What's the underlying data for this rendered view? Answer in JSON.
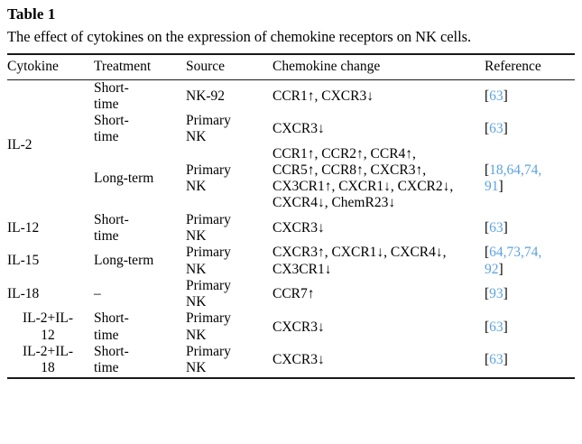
{
  "table": {
    "label": "Table 1",
    "caption": "The effect of cytokines on the expression of chemokine receptors on NK cells.",
    "accent_link_color": "#5ba3e0",
    "columns": [
      "Cytokine",
      "Treatment",
      "Source",
      "Chemokine change",
      "Reference"
    ],
    "rows": [
      {
        "cytokine": "IL-2",
        "cytokine_rowspan": 3,
        "treatment": [
          "Short-",
          "time"
        ],
        "source": [
          "NK-92"
        ],
        "change": [
          "CCR1↑, CXCR3↓"
        ],
        "reference_open": "[",
        "reference_numbers": "63",
        "reference_close": "]",
        "reference_lines": [
          "63"
        ]
      },
      {
        "treatment": [
          "Short-",
          "time"
        ],
        "source": [
          "Primary",
          "NK"
        ],
        "change": [
          "CXCR3↓"
        ],
        "reference_open": "[",
        "reference_numbers": "63",
        "reference_close": "]",
        "reference_lines": [
          "63"
        ]
      },
      {
        "treatment": [
          "Long-term"
        ],
        "source": [
          "Primary",
          "NK"
        ],
        "change": [
          "CCR1↑, CCR2↑, CCR4↑,",
          "CCR5↑, CCR8↑, CXCR3↑,",
          "CX3CR1↑, CXCR1↓, CXCR2↓,",
          "CXCR4↓, ChemR23↓"
        ],
        "reference_open": "[",
        "reference_numbers": "18,64,74,91",
        "reference_close": "]",
        "reference_lines": [
          "18,64,74,",
          "91"
        ]
      },
      {
        "cytokine": "IL-12",
        "cytokine_rowspan": 1,
        "treatment": [
          "Short-",
          "time"
        ],
        "source": [
          "Primary",
          "NK"
        ],
        "change": [
          "CXCR3↓"
        ],
        "reference_open": "[",
        "reference_numbers": "63",
        "reference_close": "]",
        "reference_lines": [
          "63"
        ]
      },
      {
        "cytokine": "IL-15",
        "cytokine_rowspan": 1,
        "treatment": [
          "Long-term"
        ],
        "source": [
          "Primary",
          "NK"
        ],
        "change": [
          "CXCR3↑, CXCR1↓, CXCR4↓,",
          "CX3CR1↓"
        ],
        "reference_open": "[",
        "reference_numbers": "64,73,74,92",
        "reference_close": "]",
        "reference_lines": [
          "64,73,74,",
          "92"
        ]
      },
      {
        "cytokine": "IL-18",
        "cytokine_rowspan": 1,
        "treatment": [
          "–"
        ],
        "source": [
          "Primary",
          "NK"
        ],
        "change": [
          "CCR7↑"
        ],
        "reference_open": "[",
        "reference_numbers": "93",
        "reference_close": "]",
        "reference_lines": [
          "93"
        ]
      },
      {
        "cytokine_lines": [
          "IL-2+IL-",
          "12"
        ],
        "cytokine_rowspan": 1,
        "treatment": [
          "Short-",
          "time"
        ],
        "source": [
          "Primary",
          "NK"
        ],
        "change": [
          "CXCR3↓"
        ],
        "reference_open": "[",
        "reference_numbers": "63",
        "reference_close": "]",
        "reference_lines": [
          "63"
        ]
      },
      {
        "cytokine_lines": [
          "IL-2+IL-",
          "18"
        ],
        "cytokine_rowspan": 1,
        "treatment": [
          "Short-",
          "time"
        ],
        "source": [
          "Primary",
          "NK"
        ],
        "change": [
          "CXCR3↓"
        ],
        "reference_open": "[",
        "reference_numbers": "63",
        "reference_close": "]",
        "reference_lines": [
          "63"
        ]
      }
    ]
  }
}
